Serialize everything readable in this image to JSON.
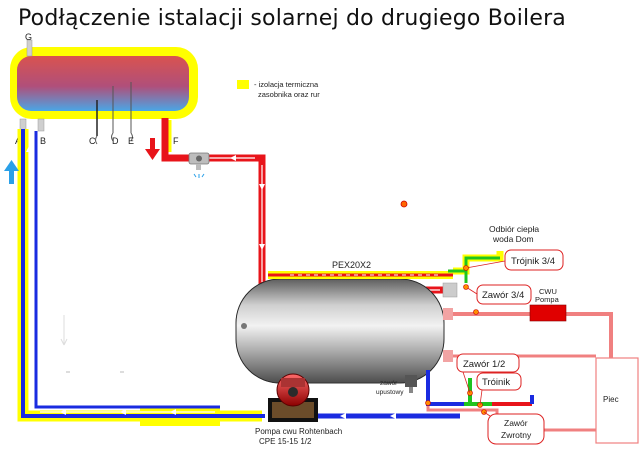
{
  "title": "Podłączenie istalacji solarnej do drugiego Boilera",
  "legend": {
    "line1": "- izolacja termiczna",
    "line2": "zasobnika oraz rur",
    "color": "#ffff00"
  },
  "ports": {
    "G": "G",
    "A": "A",
    "B": "B",
    "C": "C",
    "D": "D",
    "E": "E",
    "F": "F"
  },
  "labels": {
    "pex": "PEX20X2",
    "odbior_line1": "Odbiór ciepła",
    "odbior_line2": "woda Dom",
    "trojnik34": "Trójnik 3/4",
    "zawor34": "Zawór 3/4",
    "cwu_line1": "CWU",
    "cwu_line2": "Pompa",
    "zawor12": "Zawór 1/2",
    "troinik": "Tróinik",
    "zawor_zwrotny_line1": "Zawór",
    "zawor_zwrotny_line2": "Zwrotny",
    "zawor_upustowy_line1": "zawór",
    "zawor_upustowy_line2": "upustowy",
    "pompa_line1": "Pompa cwu Rohtenbach",
    "pompa_line2": "CPE 15-15 1/2",
    "piec": "Piec"
  },
  "colors": {
    "hot": "#e8141a",
    "cold": "#1a2be0",
    "insulation": "#ffff00",
    "pink": "#f08080",
    "pump_red": "#e00000",
    "tank_gray": "#8a8a8a"
  }
}
